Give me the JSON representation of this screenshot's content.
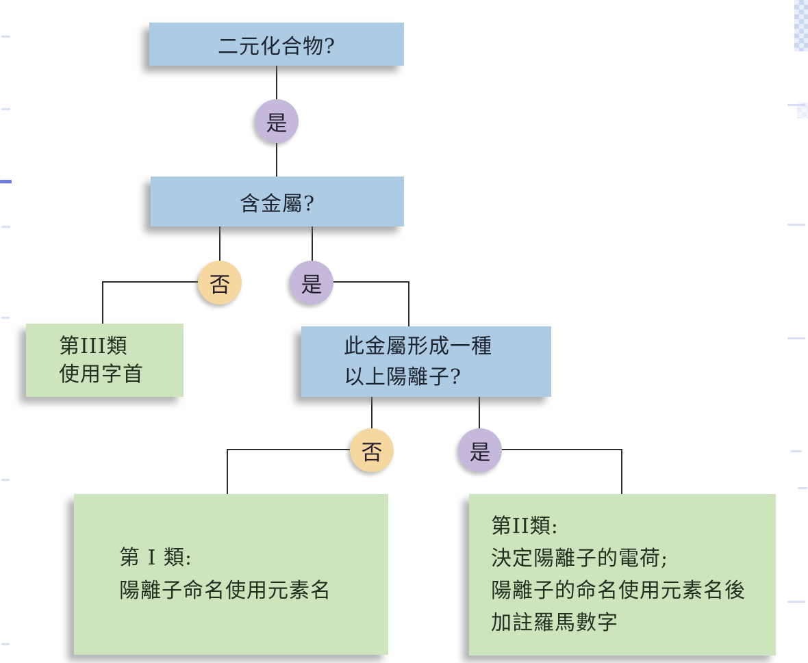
{
  "diagram": {
    "nodes": {
      "q_binary": {
        "text": "二元化合物?"
      },
      "q_metal": {
        "text": "含金屬?"
      },
      "q_cation": {
        "lines": [
          "此金屬形成一種",
          "以上陽離子?"
        ]
      },
      "type3": {
        "lines": [
          "第III類",
          "使用字首"
        ]
      },
      "type1": {
        "lines": [
          "第 I 類:",
          "陽離子命名使用元素名"
        ]
      },
      "type2": {
        "lines": [
          "第II類:",
          "決定陽離子的電荷;",
          "陽離子的命名使用元素名後",
          "加註羅馬數字"
        ]
      }
    },
    "labels": {
      "yes_top": "是",
      "no_metal": "否",
      "yes_metal": "是",
      "no_multi": "否",
      "yes_multi": "是"
    },
    "colors": {
      "question_box": "#aecbe4",
      "result_box": "#cee4bd",
      "yes_circle": "#c5b8db",
      "no_circle": "#f6d7a0",
      "line": "#2b2b2b"
    }
  }
}
